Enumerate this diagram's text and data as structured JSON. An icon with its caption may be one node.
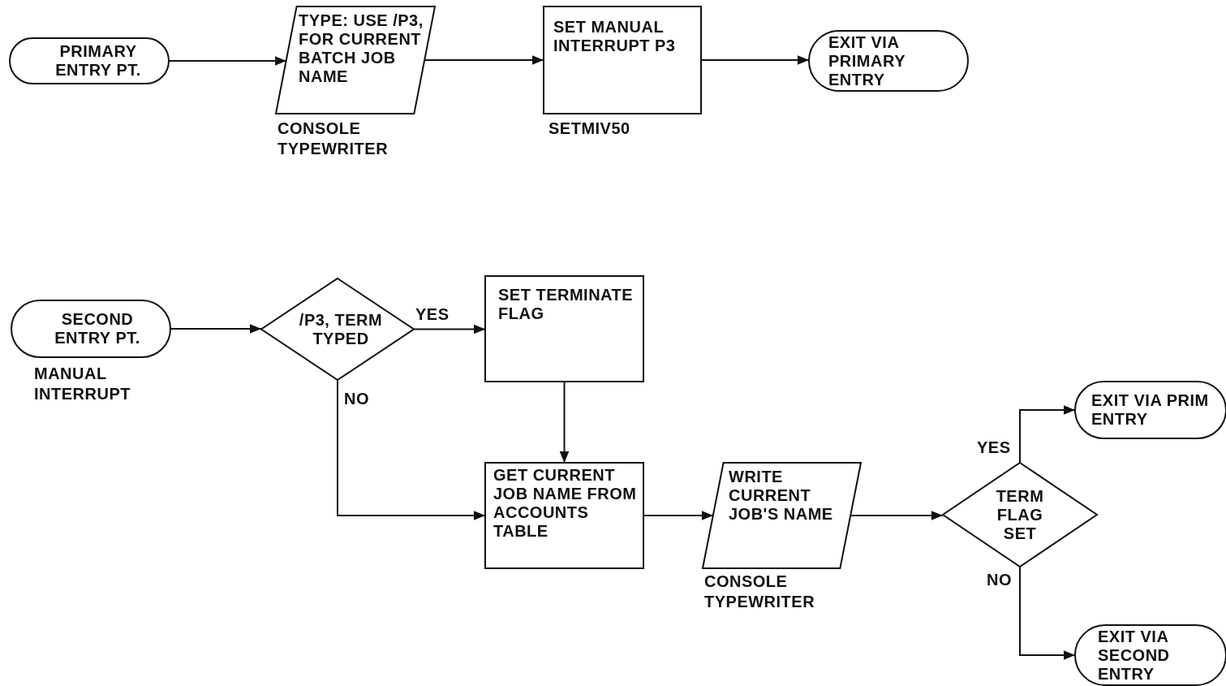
{
  "diagram": {
    "nodes": [
      {
        "text": [
          "PRIMARY ENTRY PT."
        ]
      },
      {
        "text": [
          "TYPE: USE /P3, FOR CURRENT BATCH JOB NAME"
        ],
        "beside": [
          "CONSOLE TYPEWRITER"
        ]
      },
      {
        "text": [
          "SET MANUAL INTERRUPT P3"
        ],
        "beside": [
          "SETMIV50"
        ]
      },
      {
        "text": [
          "EXIT VIA PRIMARY ENTRY"
        ]
      },
      {
        "text": [
          "SECOND ENTRY PT."
        ],
        "beside": [
          "MANUAL INTERRUPT"
        ]
      },
      {
        "text": [
          "/P3, TERM TYPED"
        ]
      },
      {
        "text": [
          "SET TERMINATE FLAG"
        ]
      },
      {
        "text": [
          "GET CURRENT JOB NAME FROM ACCOUNTS TABLE"
        ]
      },
      {
        "text": [
          "WRITE CURRENT JOB'S NAME"
        ],
        "beside": [
          "CONSOLE TYPEWRITER"
        ]
      },
      {
        "text": [
          "TERM FLAG SET"
        ]
      },
      {
        "text": [
          "EXIT VIA PRIM ENTRY"
        ]
      },
      {
        "text": [
          "EXIT VIA SECOND ENTRY"
        ]
      }
    ],
    "edges": [
      {
        "from": 0,
        "to": 1,
        "arrow": "to"
      },
      {
        "from": 1,
        "to": 2,
        "arrow": "to"
      },
      {
        "from": 2,
        "to": 3,
        "arrow": "to"
      },
      {
        "from": 4,
        "to": 5,
        "arrow": "to"
      },
      {
        "from": 5,
        "to": 6,
        "arrow": "to",
        "label": "YES"
      },
      {
        "from": 5,
        "to": 7,
        "arrow": "to",
        "label": "NO"
      },
      {
        "from": 6,
        "to": 7,
        "arrow": "to"
      },
      {
        "from": 7,
        "to": 8,
        "arrow": "to"
      },
      {
        "from": 8,
        "to": 9,
        "arrow": "to"
      },
      {
        "from": 9,
        "to": 10,
        "arrow": "to",
        "label": "YES"
      },
      {
        "from": 9,
        "to": 11,
        "arrow": "to",
        "label": "NO"
      }
    ]
  }
}
